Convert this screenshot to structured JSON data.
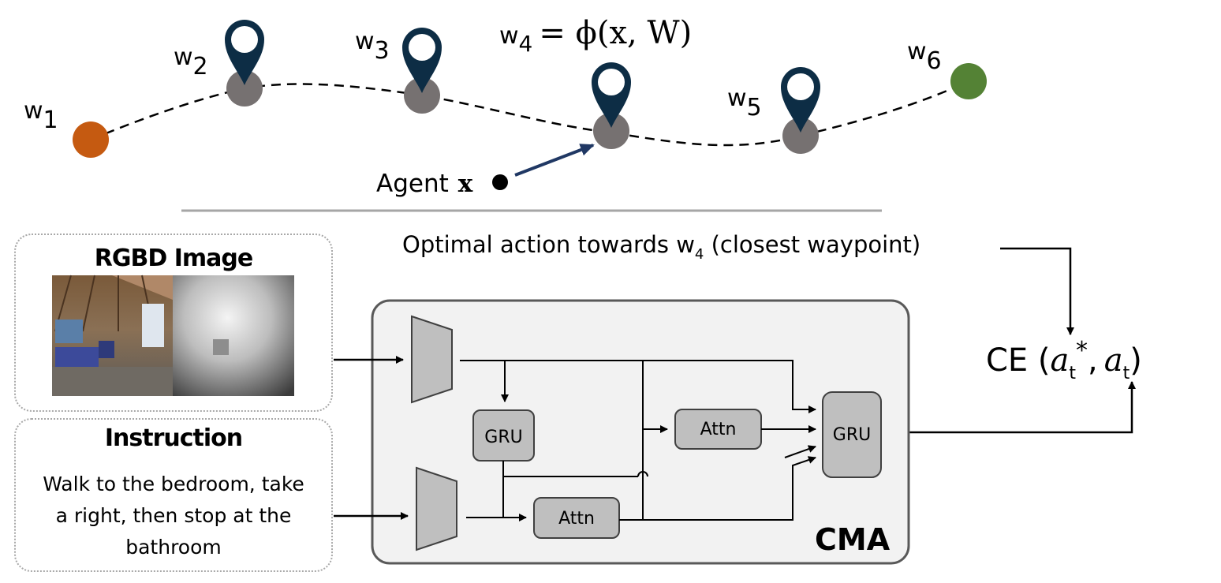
{
  "waypoints": {
    "w1": "w1",
    "w2": "w2",
    "w3": "w3",
    "w4": "w4",
    "w5": "w5",
    "w6": "w6",
    "subscript_labels": [
      "1",
      "2",
      "3",
      "4",
      "5",
      "6"
    ],
    "base_letter": "w",
    "formula": "= ϕ(x, W)",
    "start_color": "#c55a11",
    "goal_color": "#548235",
    "waypoint_color": "#767171",
    "pin_color": "#0d2d45"
  },
  "agent": {
    "label": "Agent",
    "symbol": "x",
    "arrow_color": "#203864"
  },
  "supervision": {
    "text_before": "Optimal action towards w",
    "sub": "4",
    "text_after": " (closest waypoint)",
    "loss_prefix": "CE (",
    "loss_a": "a",
    "loss_t": "t",
    "loss_star": "*",
    "loss_comma": ",",
    "loss_suffix": ")"
  },
  "inputs": {
    "rgbd_title": "RGBD Image",
    "instruction_title": "Instruction",
    "instruction_lines": [
      "Walk to the bedroom, take",
      "a right, then stop at the",
      "bathroom"
    ]
  },
  "cma": {
    "title": "CMA",
    "gru_label": "GRU",
    "attn_label": "Attn",
    "gru_out_label": "GRU",
    "box_fill": "#f2f2f2",
    "block_fill": "#bfbfbf"
  }
}
